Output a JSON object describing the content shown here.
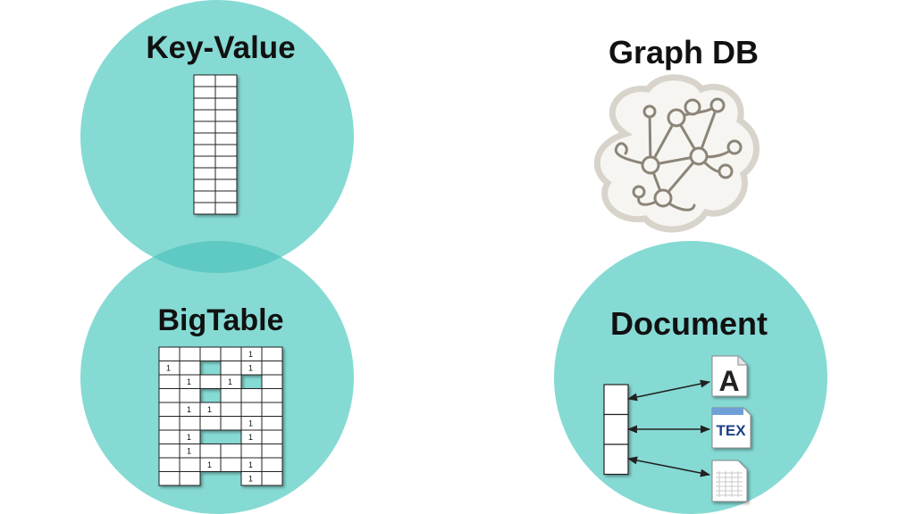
{
  "colors": {
    "circle": "#86dad4",
    "overlap": "#5fcac3",
    "grid_fill": "#ffffff",
    "grid_stroke": "#222222",
    "icon_stroke": "#8c8577",
    "cloud_fill": "#f7f5f2"
  },
  "key_value": {
    "title": "Key-Value",
    "rows": 12
  },
  "graph_db": {
    "title": "Graph DB",
    "icon": "graph-network-cloud-icon"
  },
  "bigtable": {
    "title": "BigTable",
    "cell_value": "1",
    "rows": 10,
    "cols": 6,
    "ones": [
      [
        0,
        4
      ],
      [
        1,
        0
      ],
      [
        1,
        4
      ],
      [
        2,
        1
      ],
      [
        2,
        3
      ],
      [
        4,
        1
      ],
      [
        4,
        2
      ],
      [
        5,
        4
      ],
      [
        6,
        1
      ],
      [
        6,
        4
      ],
      [
        7,
        1
      ],
      [
        8,
        2
      ],
      [
        8,
        4
      ],
      [
        9,
        4
      ]
    ],
    "missing": [
      [
        1,
        2
      ],
      [
        3,
        2
      ],
      [
        2,
        4
      ],
      [
        6,
        2
      ],
      [
        6,
        3
      ],
      [
        9,
        2
      ],
      [
        9,
        3
      ]
    ]
  },
  "document": {
    "title": "Document",
    "stack_cells": 3,
    "icons": [
      {
        "name": "font-document-icon",
        "glyph": "A"
      },
      {
        "name": "tex-document-icon",
        "glyph": "TEX"
      },
      {
        "name": "spreadsheet-document-icon",
        "glyph": ""
      }
    ]
  }
}
